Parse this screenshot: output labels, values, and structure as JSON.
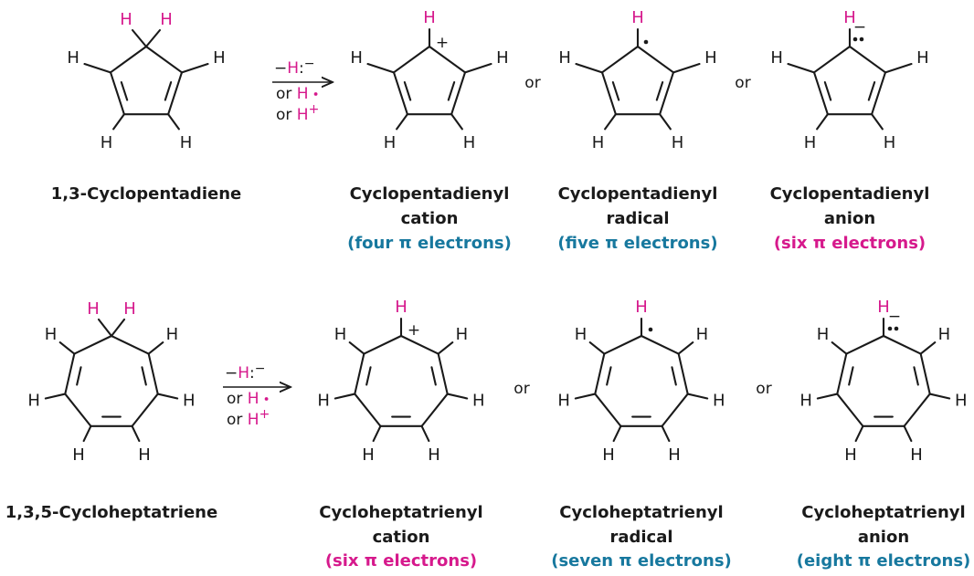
{
  "colors": {
    "ink": "#1a1a1a",
    "magenta": "#d6198c",
    "blue": "#17789e"
  },
  "atom_label": "H",
  "or_label": "or",
  "reagents": {
    "minus": "−",
    "hydride_h": "H",
    "colon": ":",
    "hydride_charge": "−",
    "or_word": "or",
    "radical_h": "H",
    "proton_h": "H",
    "proton_charge": "+"
  },
  "charges": {
    "plus": "+",
    "minus": "−"
  },
  "row1": {
    "reactant_name": "1,3-Cyclopentadiene",
    "cation_name_1": "Cyclopentadienyl",
    "cation_name_2": "cation",
    "cation_count": "(four π electrons)",
    "radical_name_1": "Cyclopentadienyl",
    "radical_name_2": "radical",
    "radical_count": "(five π electrons)",
    "anion_name_1": "Cyclopentadienyl",
    "anion_name_2": "anion",
    "anion_count": "(six π electrons)"
  },
  "row2": {
    "reactant_name": "1,3,5-Cycloheptatriene",
    "cation_name_1": "Cycloheptatrienyl",
    "cation_name_2": "cation",
    "cation_count": "(six π electrons)",
    "radical_name_1": "Cycloheptatrienyl",
    "radical_name_2": "radical",
    "radical_count": "(seven π electrons)",
    "anion_name_1": "Cycloheptatrienyl",
    "anion_name_2": "anion",
    "anion_count": "(eight π electrons)"
  }
}
